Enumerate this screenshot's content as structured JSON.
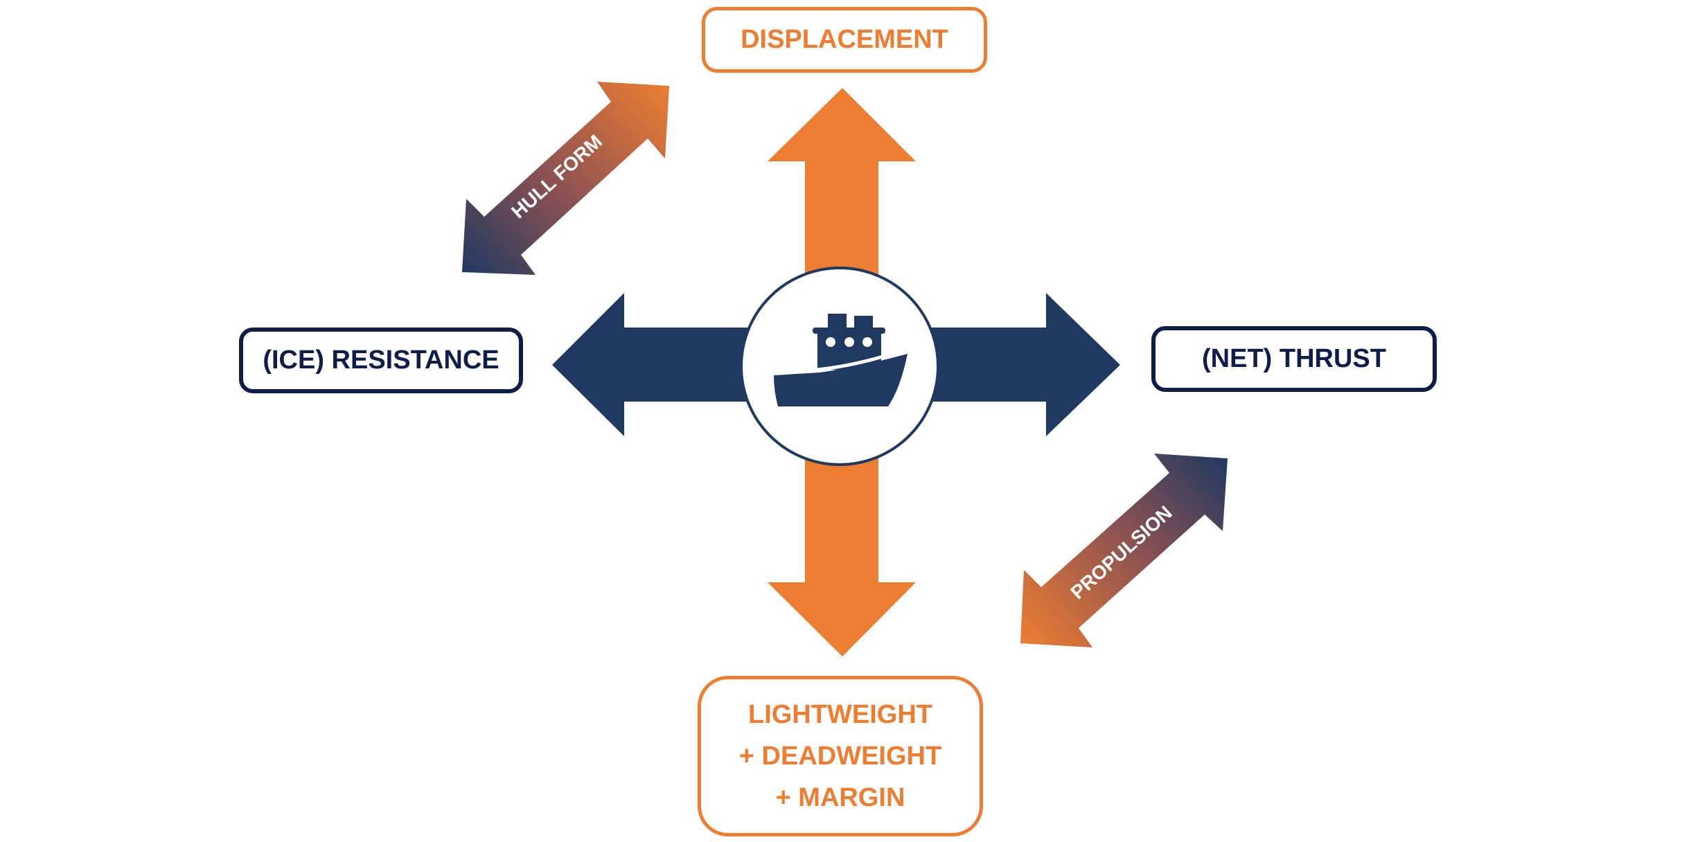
{
  "diagram": {
    "title": "Ship design relationship diagram",
    "center": {
      "icon": "ship-icon"
    },
    "nodes": {
      "top": {
        "label": "DISPLACEMENT"
      },
      "left": {
        "label": "(ICE) RESISTANCE"
      },
      "right": {
        "label": "(NET) THRUST"
      },
      "bottom": {
        "lines": [
          "LIGHTWEIGHT",
          "+ DEADWEIGHT",
          "+ MARGIN"
        ]
      }
    },
    "links": {
      "hull_form": {
        "label": "HULL FORM"
      },
      "propulsion": {
        "label": "PROPULSION"
      }
    },
    "colors": {
      "orange": "#ed7d31",
      "navy": "#1f3961",
      "dark_navy": "#0f1d4a"
    }
  }
}
